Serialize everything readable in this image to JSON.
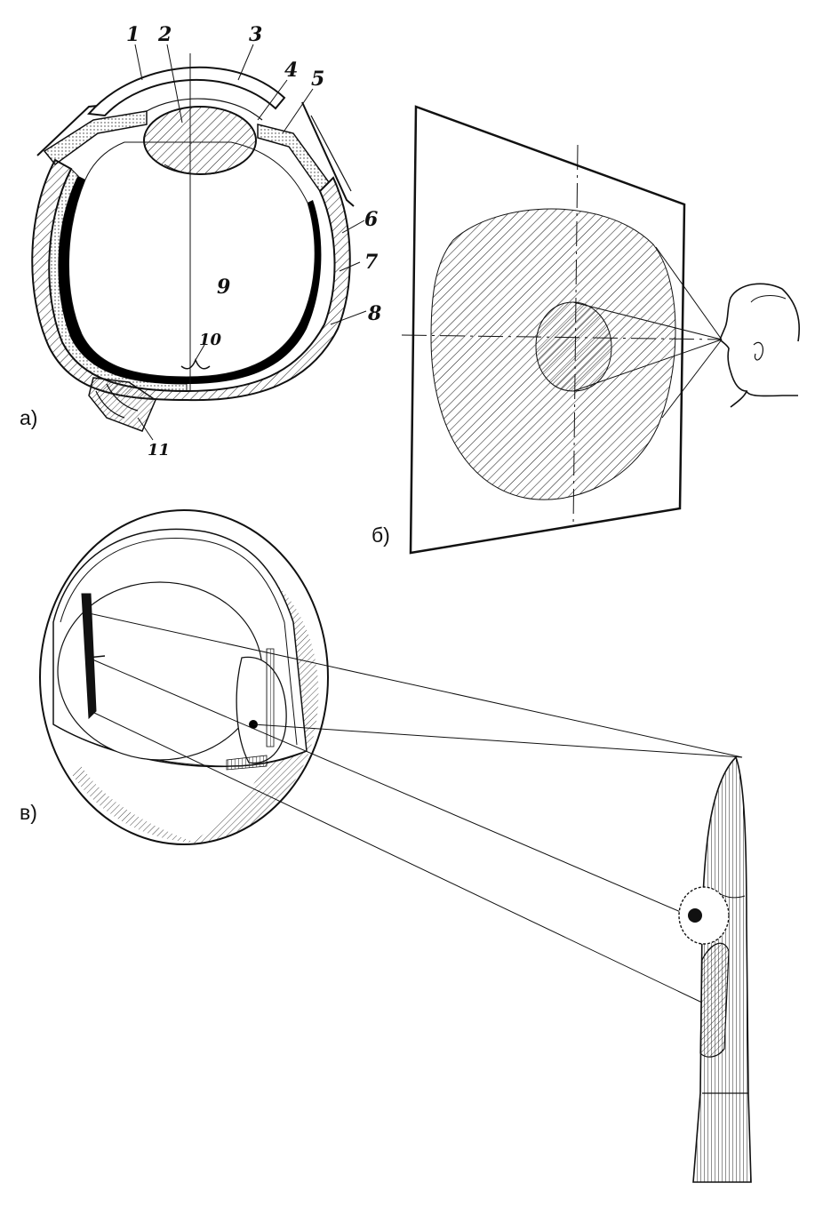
{
  "panels": {
    "a": {
      "label": "а)"
    },
    "b": {
      "label": "б)"
    },
    "c": {
      "label": "в)"
    }
  },
  "eye_parts": [
    "1",
    "2",
    "3",
    "4",
    "5",
    "6",
    "7",
    "8",
    "9",
    "10",
    "11"
  ],
  "colors": {
    "ink": "#111111",
    "paper": "#ffffff",
    "retina": "#000000"
  }
}
